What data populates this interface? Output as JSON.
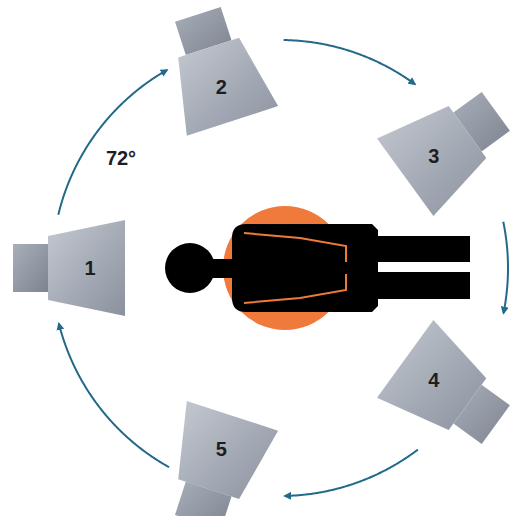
{
  "diagram": {
    "nodes": [
      {
        "text": [
          "1"
        ]
      },
      {
        "text": [
          "2"
        ]
      },
      {
        "text": [
          "3"
        ]
      },
      {
        "text": [
          "4"
        ]
      },
      {
        "text": [
          "5"
        ]
      }
    ],
    "edges": [
      {
        "from": 0,
        "to": 1,
        "arrow": "to"
      },
      {
        "from": 1,
        "to": 2,
        "arrow": "to"
      },
      {
        "from": 2,
        "to": 3,
        "arrow": "to"
      },
      {
        "from": 3,
        "to": 4,
        "arrow": "to"
      },
      {
        "from": 4,
        "to": 0,
        "arrow": "to"
      }
    ],
    "labels": [
      "72°"
    ]
  }
}
